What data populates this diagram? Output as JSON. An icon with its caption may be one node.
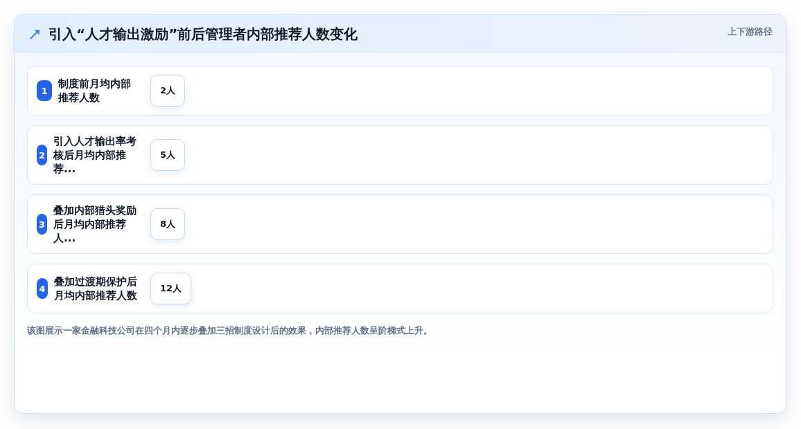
{
  "diagram": {
    "title": "引入“人才输出激励”前后管理者内部推荐人数变化",
    "caption": "该图展示一家金融科技公司在四个月内逐步叠加三招制度设计后的效果，内部推荐人数呈阶梯式上升。",
    "nodes": [
      {
        "text": [
          "制度前月均内部推荐人数"
        ]
      },
      {
        "text": [
          "1"
        ],
        "in": 0
      },
      {
        "text": [
          "2人"
        ],
        "in": 0
      },
      {
        "text": [
          "引入人才输出率考核后月均内部推荐..."
        ]
      },
      {
        "text": [
          "2"
        ],
        "in": 3
      },
      {
        "text": [
          "5人"
        ],
        "in": 3
      },
      {
        "text": [
          "叠加内部猎头奖励后月均内部推荐人..."
        ]
      },
      {
        "text": [
          "3"
        ],
        "in": 6
      },
      {
        "text": [
          "8人"
        ],
        "in": 6
      },
      {
        "text": [
          "叠加过渡期保护后月均内部推荐人数"
        ]
      },
      {
        "text": [
          "4"
        ],
        "in": 9
      },
      {
        "text": [
          "12人"
        ],
        "in": 9
      }
    ],
    "labels": [
      "上下游路径"
    ]
  }
}
